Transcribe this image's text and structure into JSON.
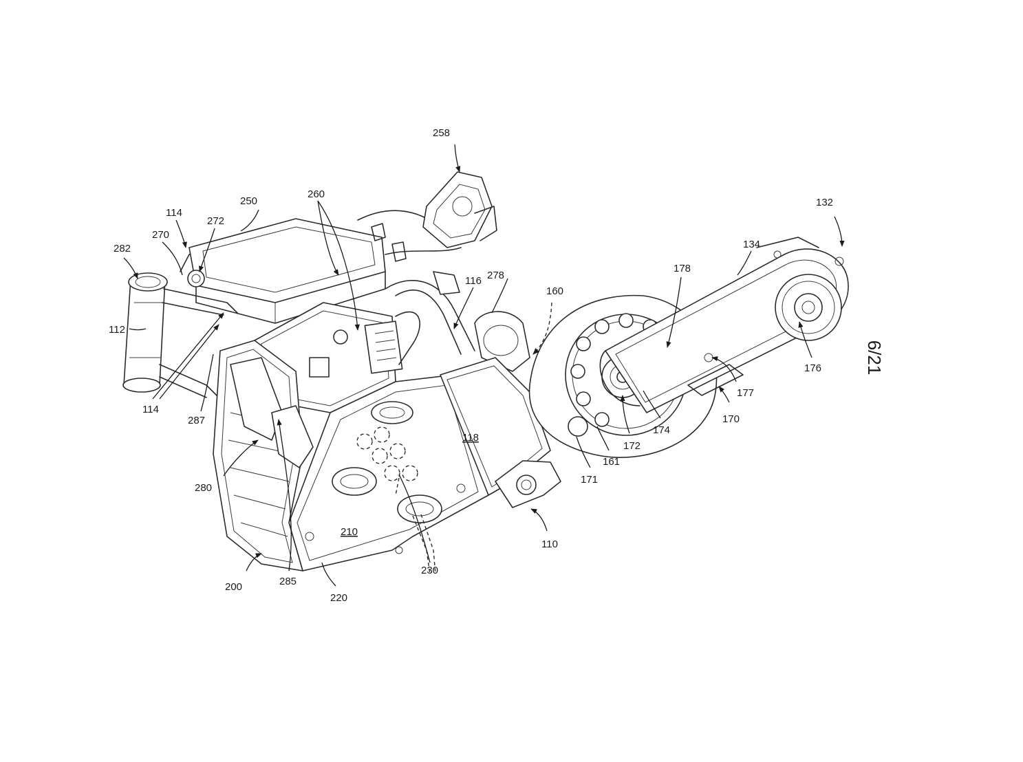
{
  "sheet_number": "6/21",
  "labels": {
    "l258": "258",
    "l250": "250",
    "l260": "260",
    "l114a": "114",
    "l272": "272",
    "l282": "282",
    "l270": "270",
    "l112": "112",
    "l114b": "114",
    "l287": "287",
    "l280": "280",
    "l200": "200",
    "l285": "285",
    "l220": "220",
    "l210": "210",
    "l230": "230",
    "l118": "118",
    "l116": "116",
    "l278": "278",
    "l160": "160",
    "l110": "110",
    "l171": "171",
    "l161": "161",
    "l172": "172",
    "l174": "174",
    "l178": "178",
    "l134": "134",
    "l132": "132",
    "l176": "176",
    "l177": "177",
    "l170": "170"
  }
}
